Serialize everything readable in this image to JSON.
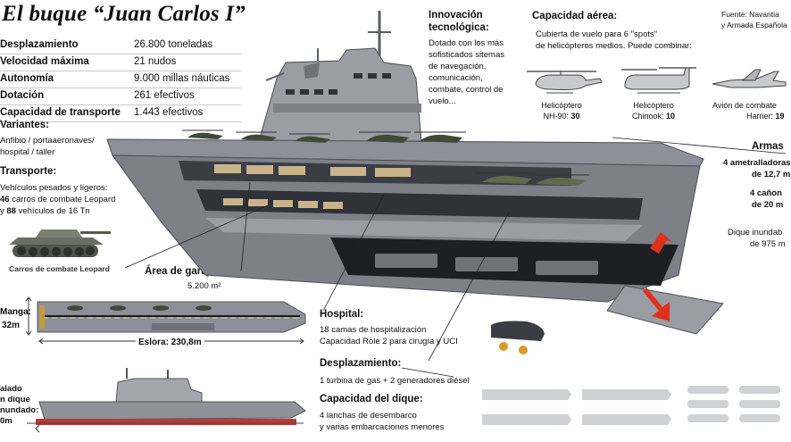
{
  "title": "El buque “Juan Carlos I”",
  "specs": [
    {
      "key": "Desplazamiento",
      "value": "26.800 toneladas"
    },
    {
      "key": "Velocidad máxima",
      "value": "21 nudos"
    },
    {
      "key": "Autonomía",
      "value": "9.000 millas náuticas"
    },
    {
      "key": "Dotación",
      "value": "261 efectivos"
    },
    {
      "key": "Capacidad de transporte",
      "value": "1.443 efectivos"
    }
  ],
  "variantes": {
    "heading": "Variantes:",
    "lines": [
      "Anfibio / portaaeronaves/",
      "hospital / taller"
    ]
  },
  "transporte": {
    "heading": "Transporte:",
    "line1": "Vehículos pesados y ligeros:",
    "line2_num": "46",
    "line2_rest": " carros de combate Leopard",
    "line3_pre": "y ",
    "line3_num": "88",
    "line3_rest": " vehículos de 16 Tn",
    "tank_caption": "Carros de combate Leopard"
  },
  "garajes": {
    "heading": "Área de garajes:",
    "value": "5.200 m²"
  },
  "manga": {
    "label": "Manga:",
    "value": "32m"
  },
  "eslora": {
    "label": "Eslora: 230,8m"
  },
  "calado": {
    "lines": [
      "alado",
      "n dique",
      "nundado:",
      "0m"
    ]
  },
  "innovacion": {
    "heading_lines": [
      "Innovación",
      "tecnológica:"
    ],
    "text_lines": [
      "Dotado con los más",
      "sofisticados sitemas",
      "de navegación,",
      "comunicación,",
      "combate, control de",
      "vuelo..."
    ]
  },
  "capacidad_aerea": {
    "heading": "Capacidad aérea:",
    "text_lines": [
      "Cubierta de vuelo para 6 \"spots\"",
      "de helicópteros medios. Puede combinar:"
    ],
    "aircraft": [
      {
        "line1": "Helicóptero",
        "name": "NH-90:",
        "count": "30"
      },
      {
        "line1": "Helicóptero",
        "name": "Chinook:",
        "count": "10"
      },
      {
        "line1": "Avión de combate",
        "name": "Harrier:",
        "count": "19"
      }
    ]
  },
  "fuente": {
    "lines": [
      "Fuente: Navantia",
      "y Armada Española"
    ]
  },
  "armas": {
    "heading": "Armas",
    "lines": [
      "4 ametralladoras",
      "de 12,7 m",
      "4 cañon",
      "de 20 m"
    ]
  },
  "dique_inundable": {
    "lines": [
      "Dique inundab",
      "de 975 m"
    ]
  },
  "hospital": {
    "heading": "Hospital:",
    "lines": [
      "18 camas de hospitalización",
      "Capacidad Role 2 para cirugía y UCI"
    ]
  },
  "desplazamiento": {
    "heading": "Desplazamiento:",
    "line": "1 turbina de gas + 2 generadores diésel"
  },
  "capacidad_dique": {
    "heading": "Capacidad del dique:",
    "lines": [
      "4 lanchas de desembarco",
      "y varias embarcaciones menores"
    ]
  },
  "colors": {
    "hull": "#7d8087",
    "hull_dark": "#4b4e55",
    "deck": "#9a9da4",
    "accent_red": "#e0301e",
    "sand": "#c9b48a",
    "water_line": "#c0392b"
  }
}
